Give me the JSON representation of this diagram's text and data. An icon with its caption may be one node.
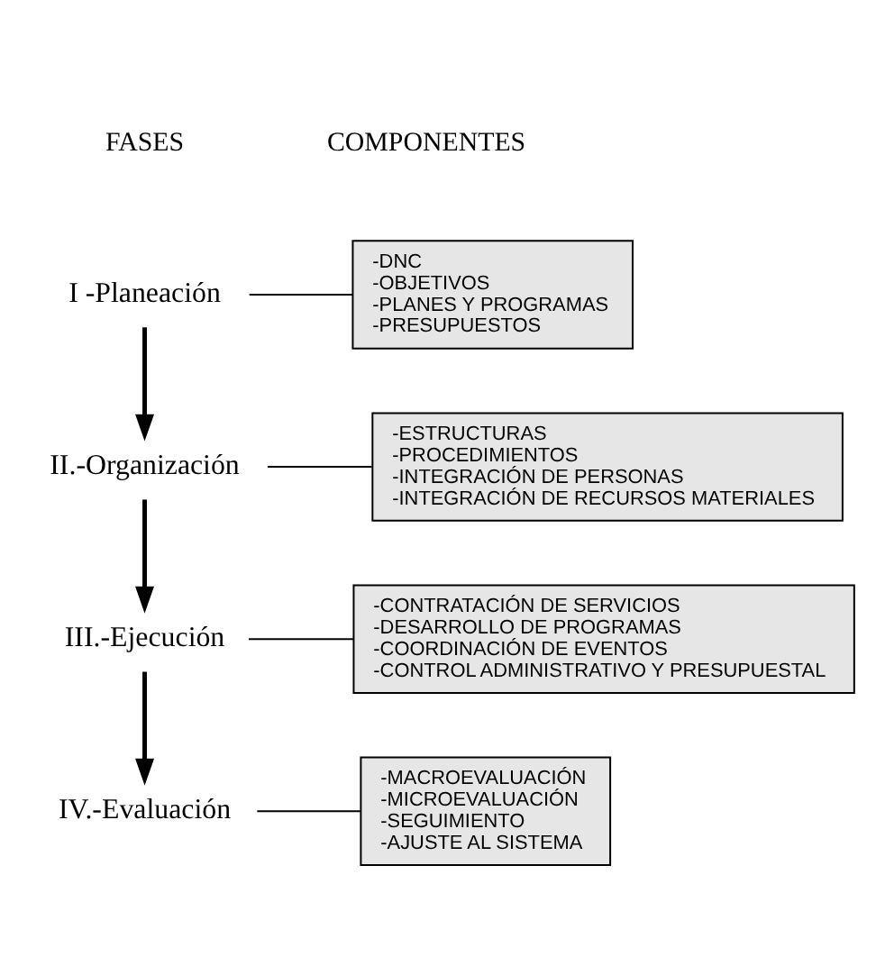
{
  "diagram": {
    "nodes": [
      {
        "text": [
          "I -Planeación"
        ]
      },
      {
        "text": [
          "-DNC",
          "-OBJETIVOS",
          "-PLANES Y PROGRAMAS",
          "-PRESUPUESTOS"
        ]
      },
      {
        "text": [
          "II.-Organización"
        ]
      },
      {
        "text": [
          "-ESTRUCTURAS",
          "-PROCEDIMIENTOS",
          "-INTEGRACIÓN DE PERSONAS",
          "-INTEGRACIÓN DE RECURSOS MATERIALES"
        ]
      },
      {
        "text": [
          "III.-Ejecución"
        ]
      },
      {
        "text": [
          "-CONTRATACIÓN DE SERVICIOS",
          "-DESARROLLO DE PROGRAMAS",
          "-COORDINACIÓN DE EVENTOS",
          "-CONTROL ADMINISTRATIVO Y PRESUPUESTAL"
        ]
      },
      {
        "text": [
          "IV.-Evaluación"
        ]
      },
      {
        "text": [
          "-MACROEVALUACIÓN",
          "-MICROEVALUACIÓN",
          "-SEGUIMIENTO",
          "-AJUSTE AL SISTEMA"
        ]
      }
    ],
    "edges": [
      {
        "from": 0,
        "to": 1,
        "arrow": "none"
      },
      {
        "from": 0,
        "to": 2,
        "arrow": "to"
      },
      {
        "from": 2,
        "to": 3,
        "arrow": "none"
      },
      {
        "from": 2,
        "to": 4,
        "arrow": "to"
      },
      {
        "from": 4,
        "to": 5,
        "arrow": "none"
      },
      {
        "from": 4,
        "to": 6,
        "arrow": "to"
      },
      {
        "from": 6,
        "to": 7,
        "arrow": "none"
      }
    ],
    "labels": [
      "FASES",
      "COMPONENTES"
    ]
  }
}
